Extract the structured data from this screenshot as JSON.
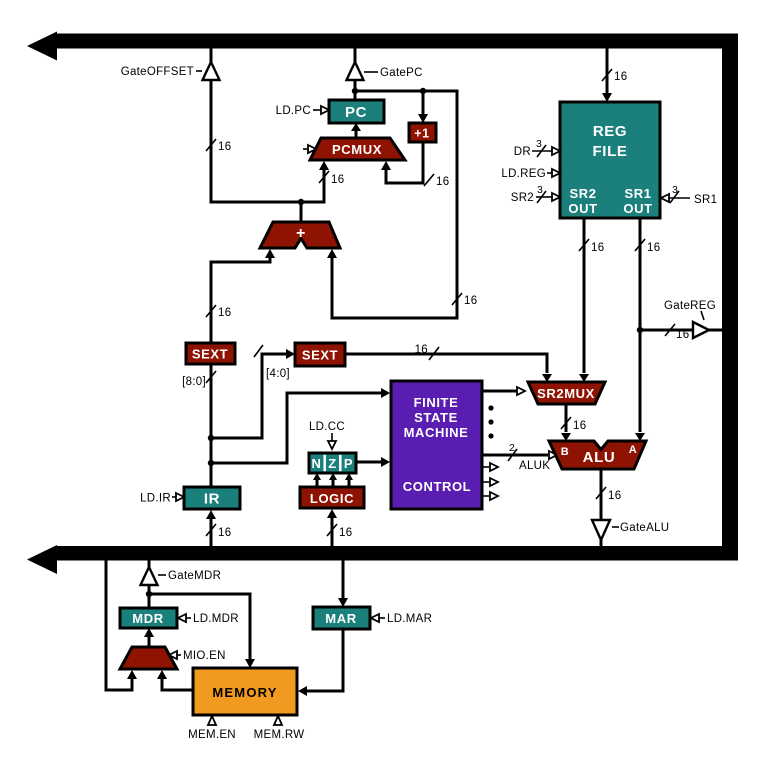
{
  "colors": {
    "teal": "#1B807B",
    "red": "#8E1302",
    "purple": "#5A1DB1",
    "orange": "#F09A1F",
    "line": "#000000"
  },
  "blocks": {
    "pc": "PC",
    "pcmux": "PCMUX",
    "plus_one": "+1",
    "adder": "+",
    "reg_file": {
      "line1": "REG",
      "line2": "FILE",
      "sr2_out_line1": "SR2",
      "sr2_out_line2": "OUT",
      "sr1_out_line1": "SR1",
      "sr1_out_line2": "OUT"
    },
    "sext": "SEXT",
    "fsm": {
      "line1": "FINITE",
      "line2": "STATE",
      "line3": "MACHINE",
      "line4": "CONTROL"
    },
    "nzp": {
      "n": "N",
      "z": "Z",
      "p": "P"
    },
    "logic": "LOGIC",
    "ir": "IR",
    "sr2mux": "SR2MUX",
    "alu": {
      "label": "ALU",
      "in_b": "B",
      "in_a": "A"
    },
    "mdr": "MDR",
    "mar": "MAR",
    "memory": "MEMORY"
  },
  "gates": {
    "offset": "GateOFFSET",
    "pc": "GatePC",
    "reg": "GateREG",
    "alu": "GateALU",
    "mdr": "GateMDR"
  },
  "controls": {
    "ld_pc": "LD.PC",
    "dr": "DR",
    "ld_reg": "LD.REG",
    "sr2": "SR2",
    "sr1": "SR1",
    "aluk": "ALUK",
    "ld_cc": "LD.CC",
    "ld_ir": "LD.IR",
    "ld_mdr": "LD.MDR",
    "ld_mar": "LD.MAR",
    "mio_en": "MIO.EN",
    "mem_en": "MEM.EN",
    "mem_rw": "MEM.RW"
  },
  "bus_widths": {
    "w16": "16",
    "w3": "3",
    "w2": "2"
  },
  "bit_ranges": {
    "ir_8_0": "[8:0]",
    "ir_4_0": "[4:0]"
  }
}
